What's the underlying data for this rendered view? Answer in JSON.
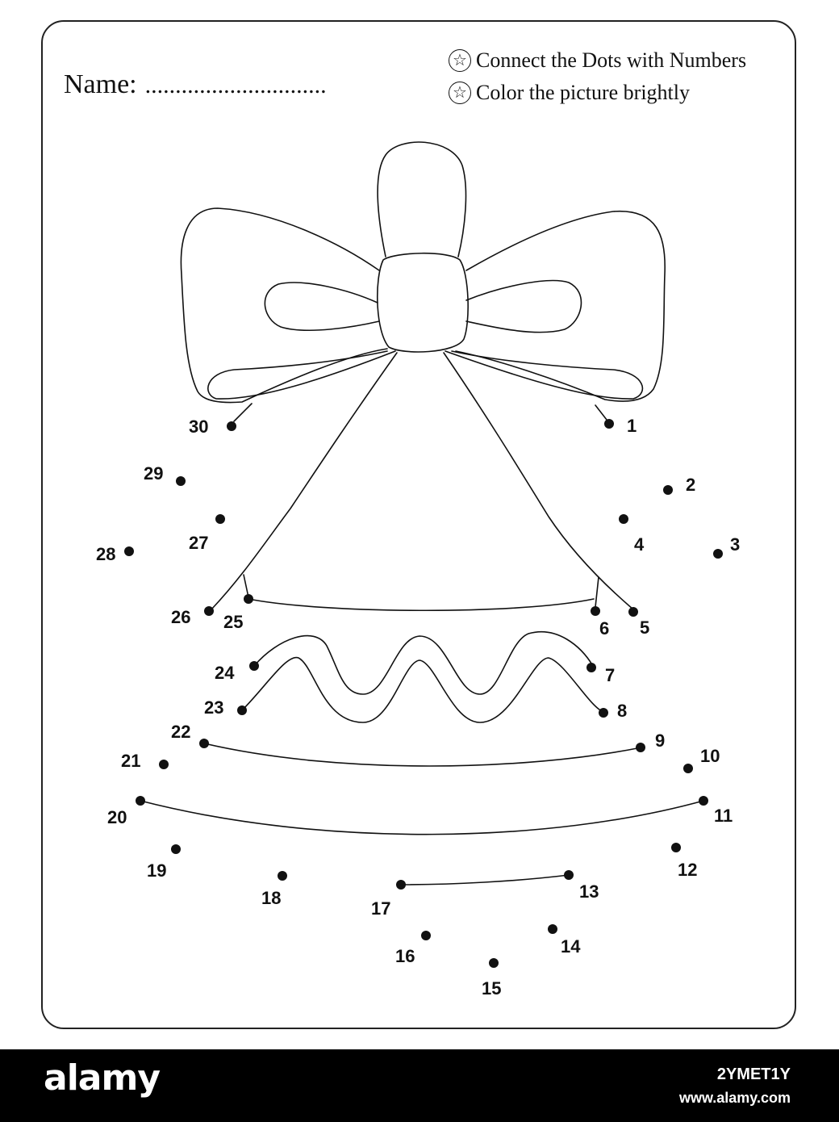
{
  "worksheet": {
    "name_label": "Name:",
    "name_dots": "..............................",
    "instructions": [
      {
        "icon": "star-circle-icon",
        "text": "Connect the Dots with Numbers"
      },
      {
        "icon": "star-circle-icon",
        "text": "Color the picture brightly"
      }
    ],
    "dot_numbers": [
      "1",
      "2",
      "3",
      "4",
      "5",
      "6",
      "7",
      "8",
      "9",
      "10",
      "11",
      "12",
      "13",
      "14",
      "15",
      "16",
      "17",
      "18",
      "19",
      "20",
      "21",
      "22",
      "23",
      "24",
      "25",
      "26",
      "27",
      "28",
      "29",
      "30"
    ]
  },
  "footer": {
    "logo": "alamy",
    "image_code": "2YMET1Y",
    "site": "www.alamy.com"
  },
  "colors": {
    "ink": "#111111",
    "paper": "#ffffff",
    "footer_bg": "#000000"
  }
}
